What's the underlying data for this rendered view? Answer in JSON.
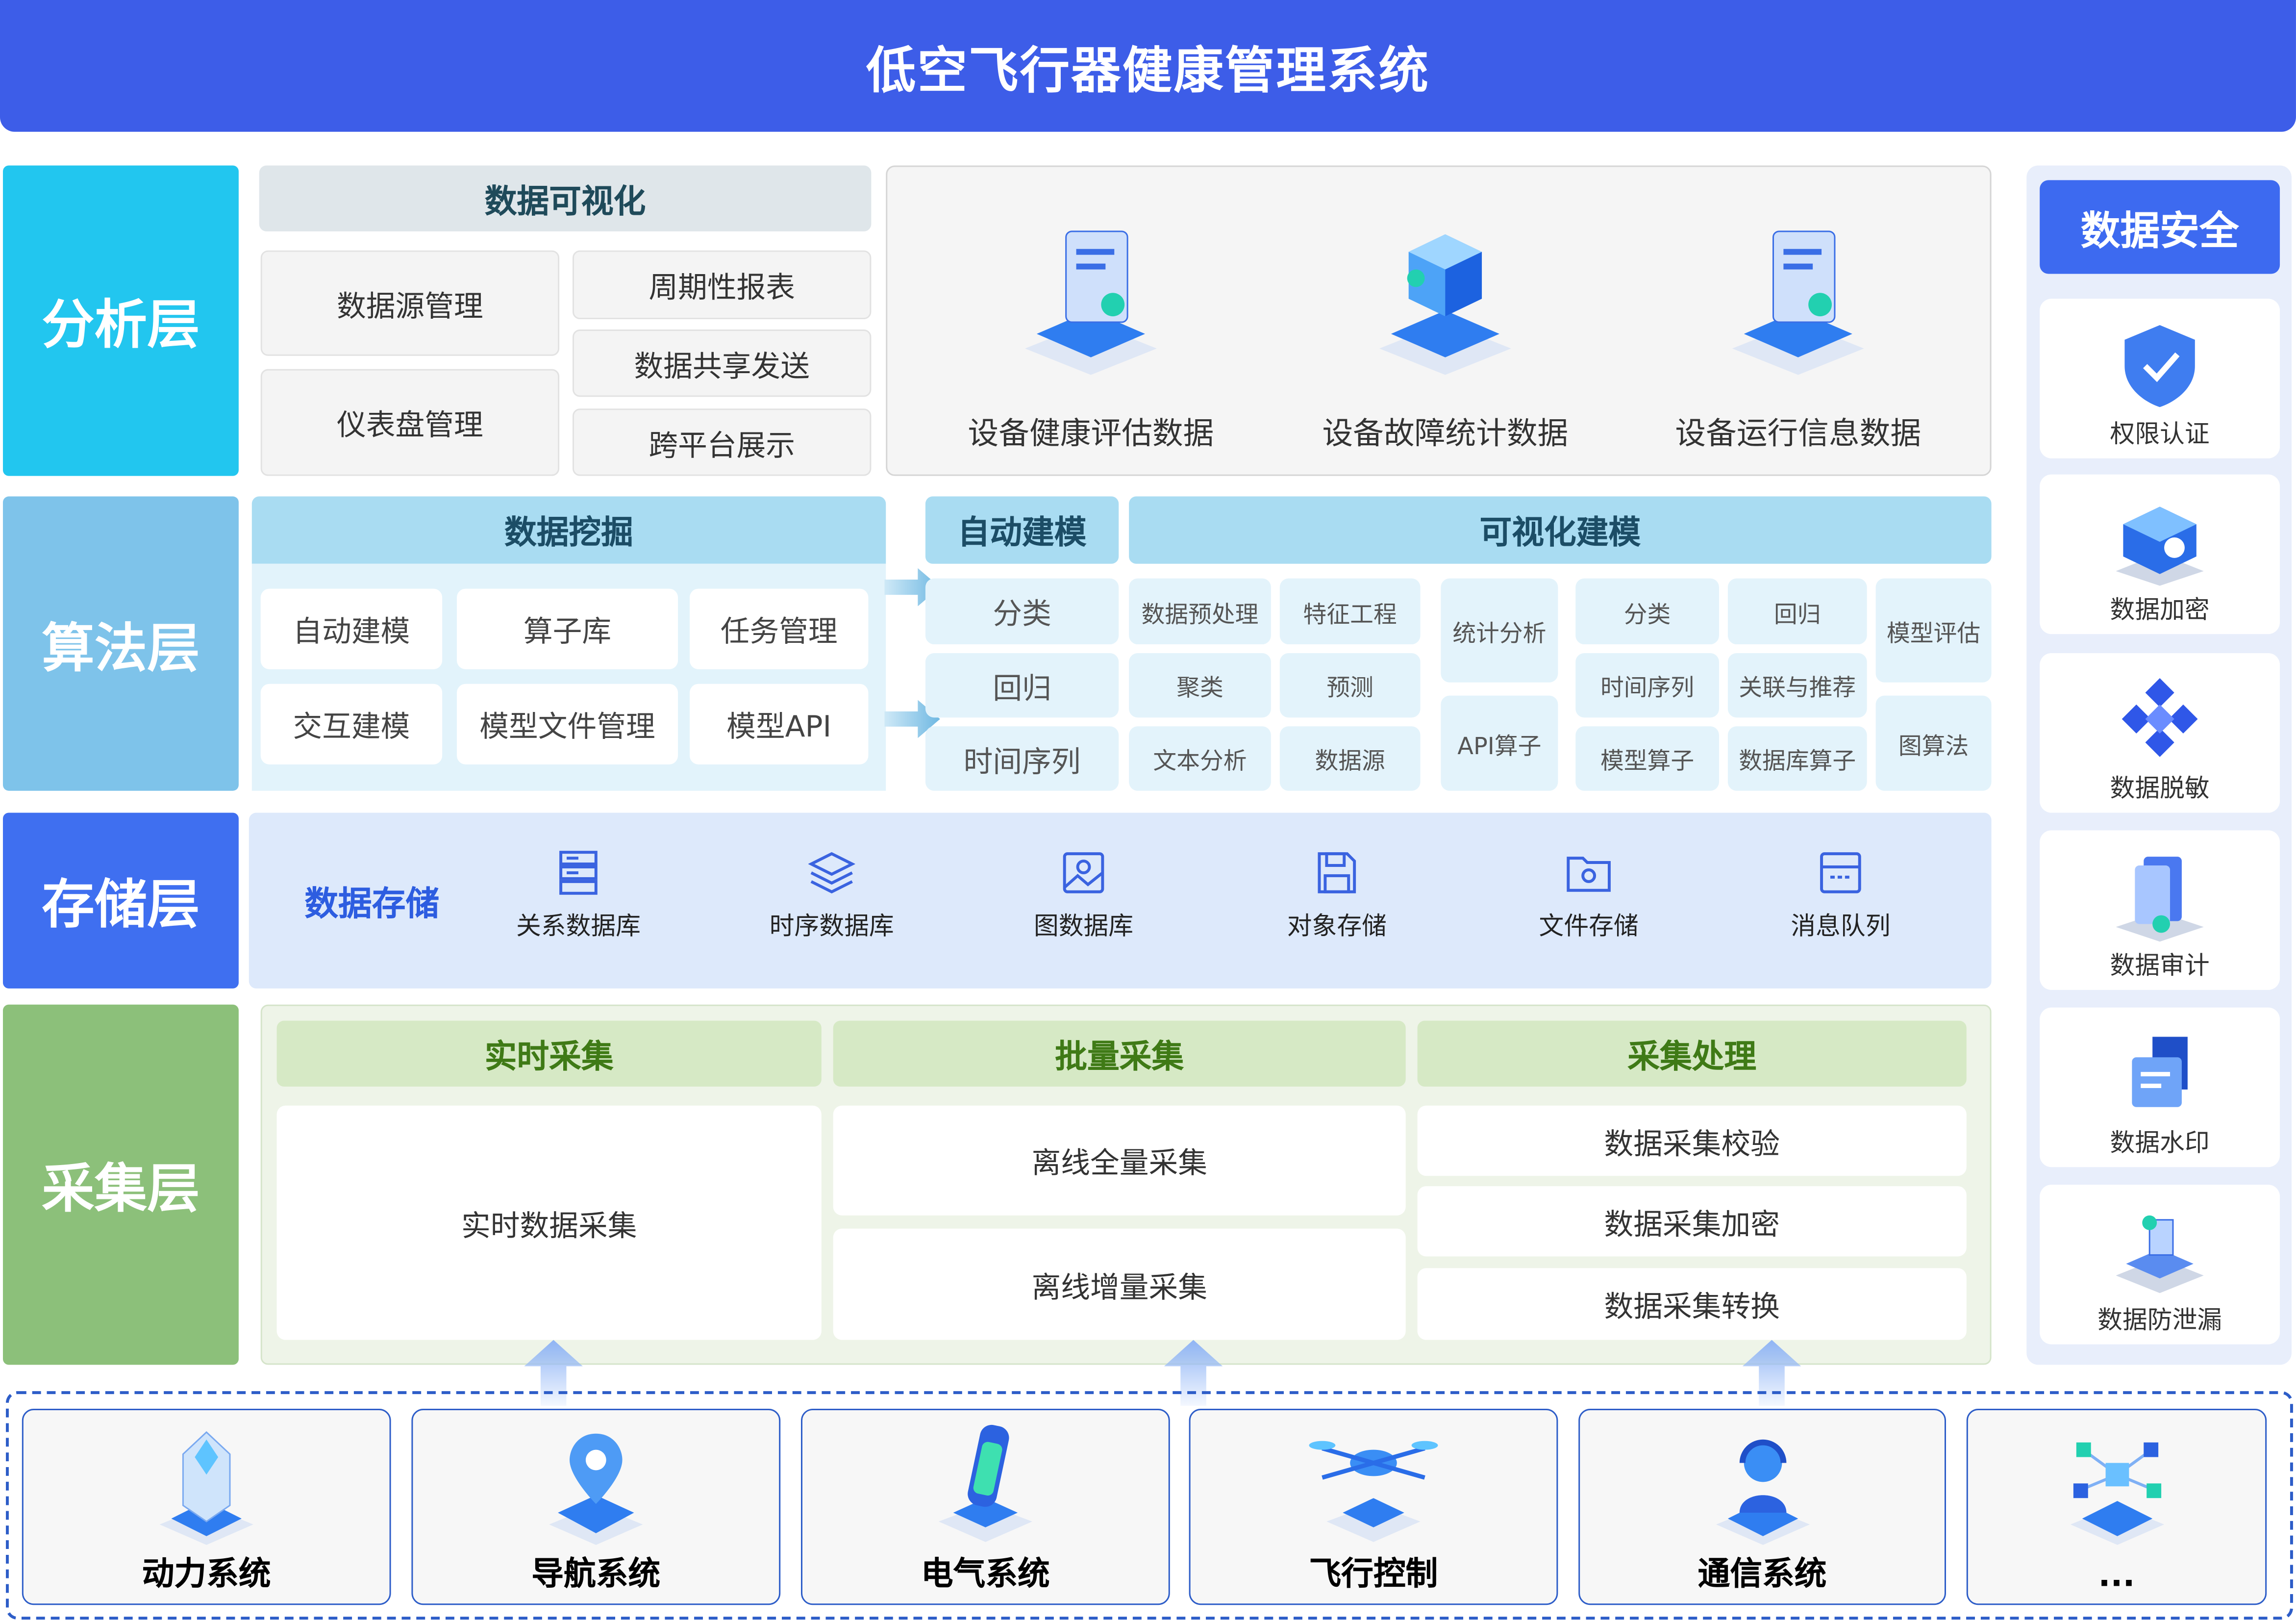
{
  "title": "低空飞行器健康管理系统",
  "layers": {
    "analysis": "分析层",
    "algorithm": "算法层",
    "storage": "存储层",
    "collection": "采集层"
  },
  "analysis": {
    "viz_title": "数据可视化",
    "left_items": [
      "数据源管理",
      "仪表盘管理"
    ],
    "right_items": [
      "周期性报表",
      "数据共享发送",
      "跨平台展示"
    ],
    "data_items": [
      "设备健康评估数据",
      "设备故障统计数据",
      "设备运行信息数据"
    ]
  },
  "algorithm": {
    "mining_title": "数据挖掘",
    "mining_items": [
      "自动建模",
      "算子库",
      "任务管理",
      "交互建模",
      "模型文件管理",
      "模型API"
    ],
    "auto_title": "自动建模",
    "auto_items": [
      "分类",
      "回归",
      "时间序列"
    ],
    "visual_title": "可视化建模",
    "visual_items": [
      "数据预处理",
      "特征工程",
      "聚类",
      "预测",
      "文本分析",
      "数据源",
      "统计分析",
      "API算子",
      "分类",
      "回归",
      "时间序列",
      "关联与推荐",
      "模型算子",
      "数据库算子",
      "模型评估",
      "图算法"
    ]
  },
  "storage": {
    "title": "数据存储",
    "items": [
      "关系数据库",
      "时序数据库",
      "图数据库",
      "对象存储",
      "文件存储",
      "消息队列"
    ]
  },
  "collection": {
    "headers": [
      "实时采集",
      "批量采集",
      "采集处理"
    ],
    "realtime": "实时数据采集",
    "batch": [
      "离线全量采集",
      "离线增量采集"
    ],
    "process": [
      "数据采集校验",
      "数据采集加密",
      "数据采集转换"
    ]
  },
  "security": {
    "title": "数据安全",
    "items": [
      "权限认证",
      "数据加密",
      "数据脱敏",
      "数据审计",
      "数据水印",
      "数据防泄漏"
    ]
  },
  "sources": [
    "动力系统",
    "导航系统",
    "电气系统",
    "飞行控制",
    "通信系统",
    "..."
  ],
  "colors": {
    "header": "#3d5de8",
    "analysis": "#22c6ef",
    "algorithm": "#7ec3ea",
    "storage": "#3f6ff0",
    "collection": "#8cc07a"
  }
}
